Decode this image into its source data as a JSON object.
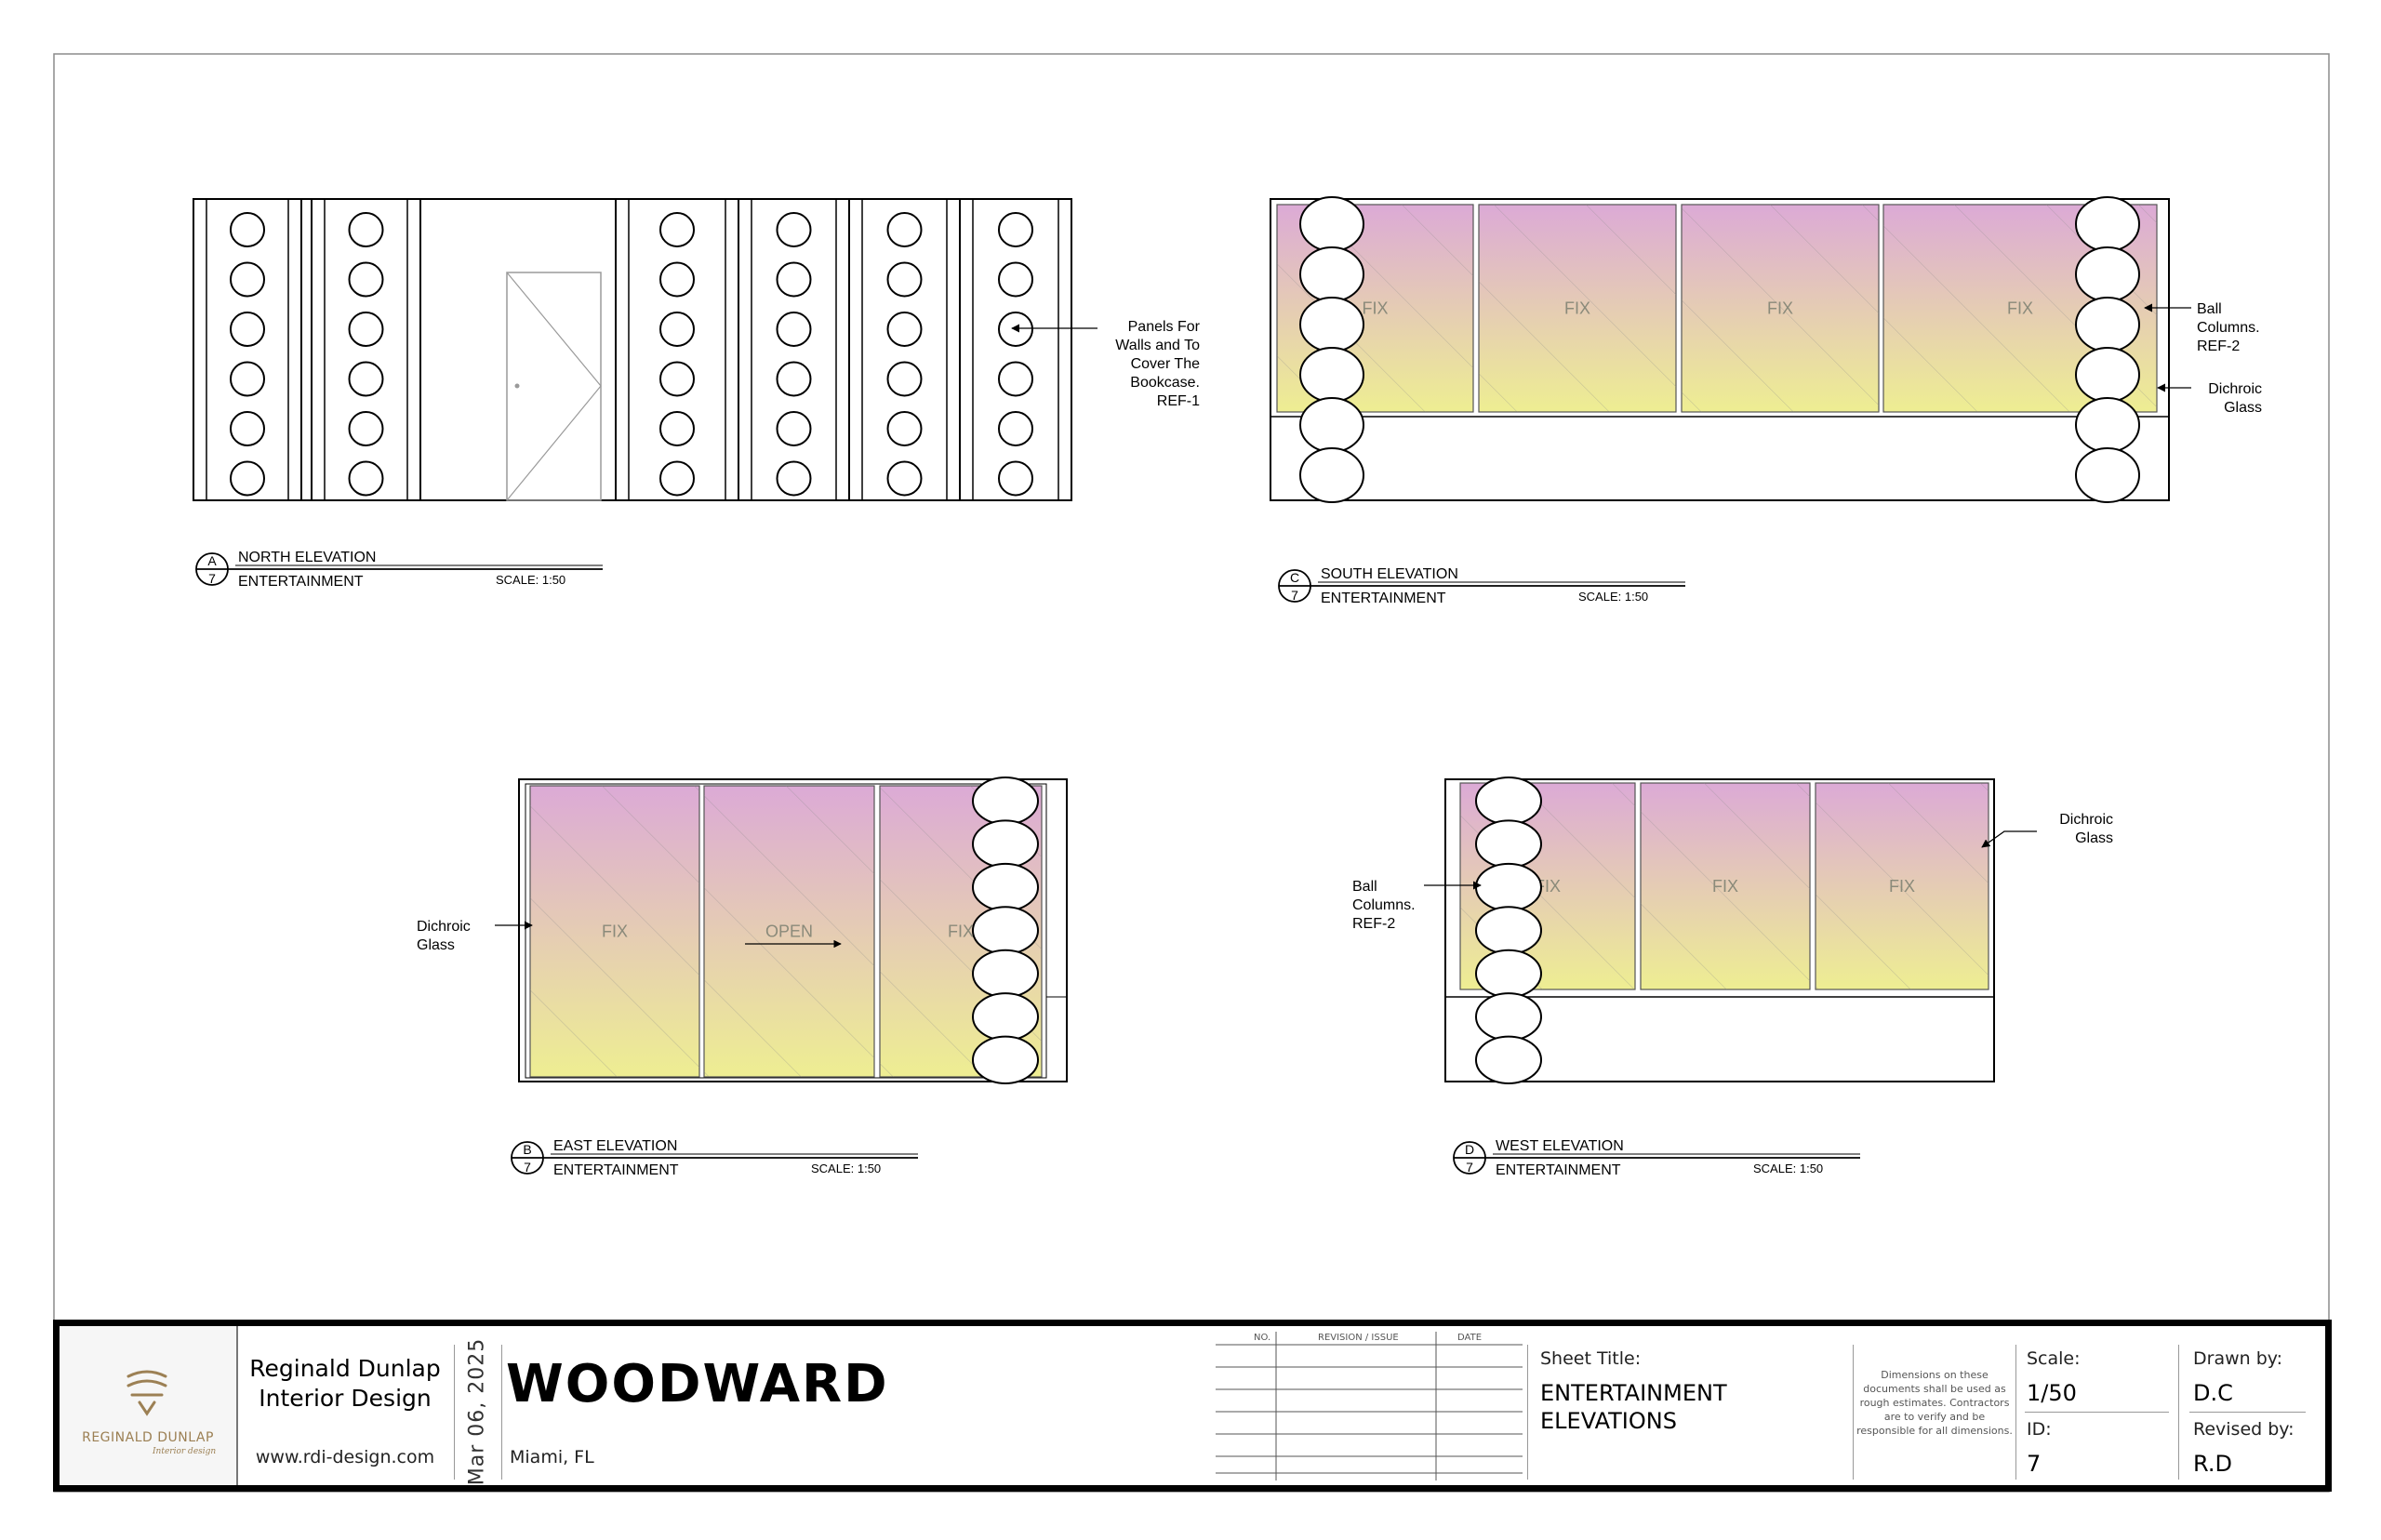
{
  "elevations": {
    "north": {
      "letter": "A",
      "sheet": "7",
      "title": "NORTH ELEVATION",
      "subtitle": "ENTERTAINMENT",
      "scale": "SCALE: 1:50",
      "note": [
        "Panels For",
        "Walls and To",
        "Cover The",
        "Bookcase.",
        "REF-1"
      ]
    },
    "south": {
      "letter": "C",
      "sheet": "7",
      "title": "SOUTH ELEVATION",
      "subtitle": "ENTERTAINMENT",
      "scale": "SCALE: 1:50",
      "panels": [
        "FIX",
        "FIX",
        "FIX",
        "FIX"
      ],
      "note_columns": [
        "Ball",
        "Columns.",
        "REF-2"
      ],
      "note_glass": [
        "Dichroic",
        "Glass"
      ]
    },
    "east": {
      "letter": "B",
      "sheet": "7",
      "title": "EAST ELEVATION",
      "subtitle": "ENTERTAINMENT",
      "scale": "SCALE: 1:50",
      "panels": [
        "FIX",
        "OPEN",
        "FIX"
      ],
      "note_glass": [
        "Dichroic",
        "Glass"
      ]
    },
    "west": {
      "letter": "D",
      "sheet": "7",
      "title": "WEST ELEVATION",
      "subtitle": "ENTERTAINMENT",
      "scale": "SCALE: 1:50",
      "panels": [
        "FIX",
        "FIX",
        "FIX"
      ],
      "note_columns": [
        "Ball",
        "Columns.",
        "REF-2"
      ],
      "note_glass": [
        "Dichroic",
        "Glass"
      ]
    }
  },
  "title_block": {
    "logo_text": "REGINALD DUNLAP",
    "logo_script": "Interior design",
    "firm_line1": "Reginald Dunlap",
    "firm_line2": "Interior Design",
    "website": "www.rdi-design.com",
    "date": "Mar 06, 2025",
    "project": "WOODWARD",
    "location": "Miami, FL",
    "revision_headers": [
      "NO.",
      "REVISION / ISSUE",
      "DATE"
    ],
    "sheet_title_label": "Sheet Title:",
    "sheet_title_line1": "ENTERTAINMENT",
    "sheet_title_line2": "ELEVATIONS",
    "disclaimer": [
      "Dimensions on these",
      "documents shall be used as",
      "rough estimates. Contractors",
      "are to verify and be",
      "responsible for all dimensions."
    ],
    "scale_label": "Scale:",
    "scale_value": "1/50",
    "id_label": "ID:",
    "id_value": "7",
    "drawn_label": "Drawn by:",
    "drawn_value": "D.C",
    "revised_label": "Revised by:",
    "revised_value": "R.D"
  },
  "colors": {
    "glass_top": "#dcaad6",
    "glass_bottom": "#eeee92",
    "logo_gold": "#9c8054",
    "line": "#000000"
  }
}
